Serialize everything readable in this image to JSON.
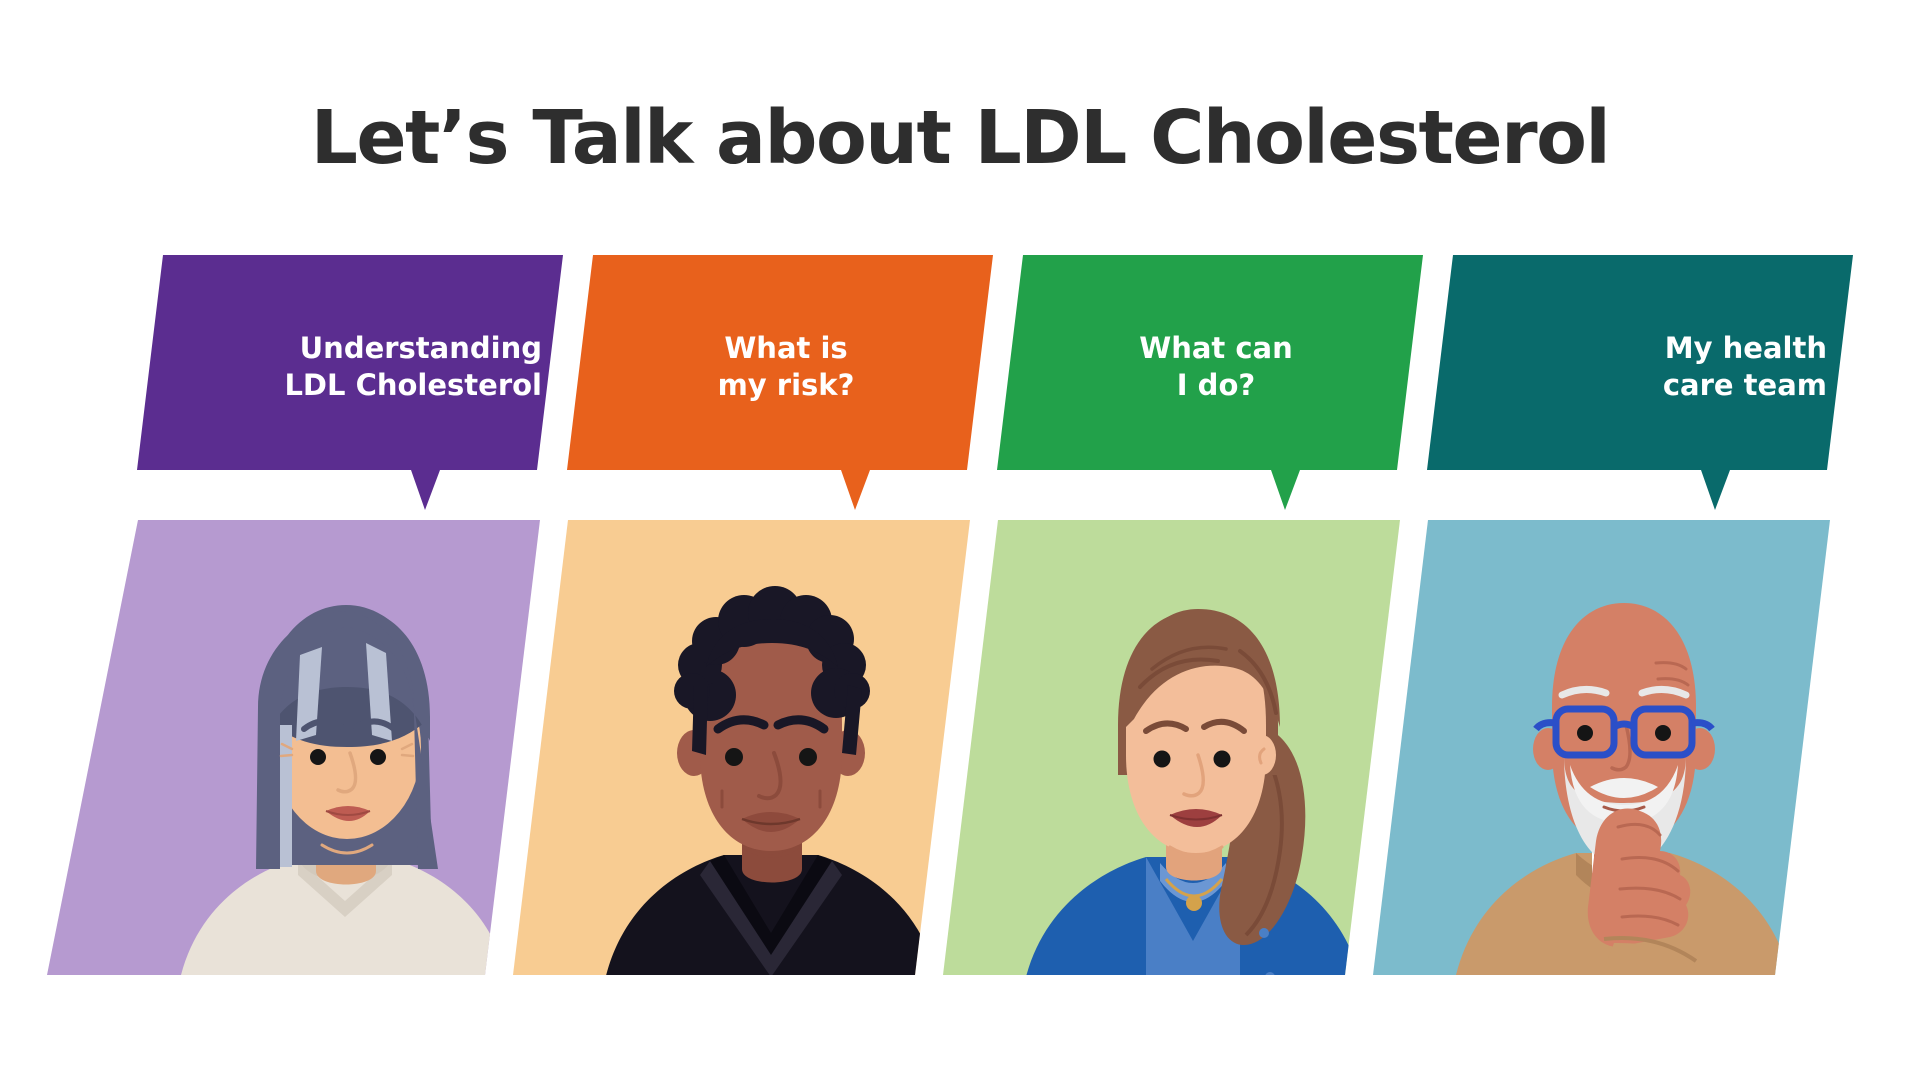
{
  "page": {
    "title": "Let’s Talk about LDL Cholesterol",
    "background": "#FFFFFF",
    "title_color": "#2E2E2E"
  },
  "cards": [
    {
      "id": "understanding-ldl-cholesterol",
      "label": "Understanding\nLDL Cholesterol",
      "banner_color": "#5B2D90",
      "photo_background": "#B69AD0",
      "label_color": "#FFFFFF",
      "person": {
        "name": "woman-with-grey-streaked-bob",
        "skin": "#F3BE92",
        "skin_shadow": "#E8A97C",
        "hair": "#5C6180",
        "hair_highlight": "#B9C1D4",
        "top": "#E9E2D8",
        "top_shadow": "#D8D0C4",
        "lips": "#BE5C52"
      }
    },
    {
      "id": "what-is-my-risk",
      "label": "What is\nmy risk?",
      "banner_color": "#E8611C",
      "photo_background": "#F8CC92",
      "label_color": "#FFFFFF",
      "person": {
        "name": "man-with-short-curly-black-hair",
        "skin": "#A05B4A",
        "skin_shadow": "#8C4B3C",
        "hair": "#191726",
        "hair_highlight": "#191726",
        "top": "#14121D",
        "top_shadow": "#0B0A12",
        "lips": "#8E4A3C"
      }
    },
    {
      "id": "what-can-i-do",
      "label": "What can\nI do?",
      "banner_color": "#22A14A",
      "photo_background": "#BDDC9B",
      "label_color": "#FFFFFF",
      "person": {
        "name": "woman-with-brown-ponytail",
        "skin": "#F3BE9A",
        "skin_shadow": "#E2A37C",
        "hair": "#8A5A44",
        "hair_highlight": "#7A4B38",
        "top": "#1E5FAF",
        "top_shadow": "#4A7FC6",
        "lips": "#9D3F3F"
      }
    },
    {
      "id": "my-health-care-team",
      "label": "My health\ncare team",
      "banner_color": "#096A6B",
      "photo_background": "#7CBBCC",
      "label_color": "#FFFFFF",
      "person": {
        "name": "older-bald-man-with-glasses-and-beard",
        "skin": "#D48066",
        "skin_shadow": "#B96852",
        "hair": "#E8E8E8",
        "hair_highlight": "#F2F2F2",
        "top": "#C99A6B",
        "top_shadow": "#B2855A",
        "glasses": "#2B4FC8",
        "lips": "#A85A49"
      }
    }
  ]
}
